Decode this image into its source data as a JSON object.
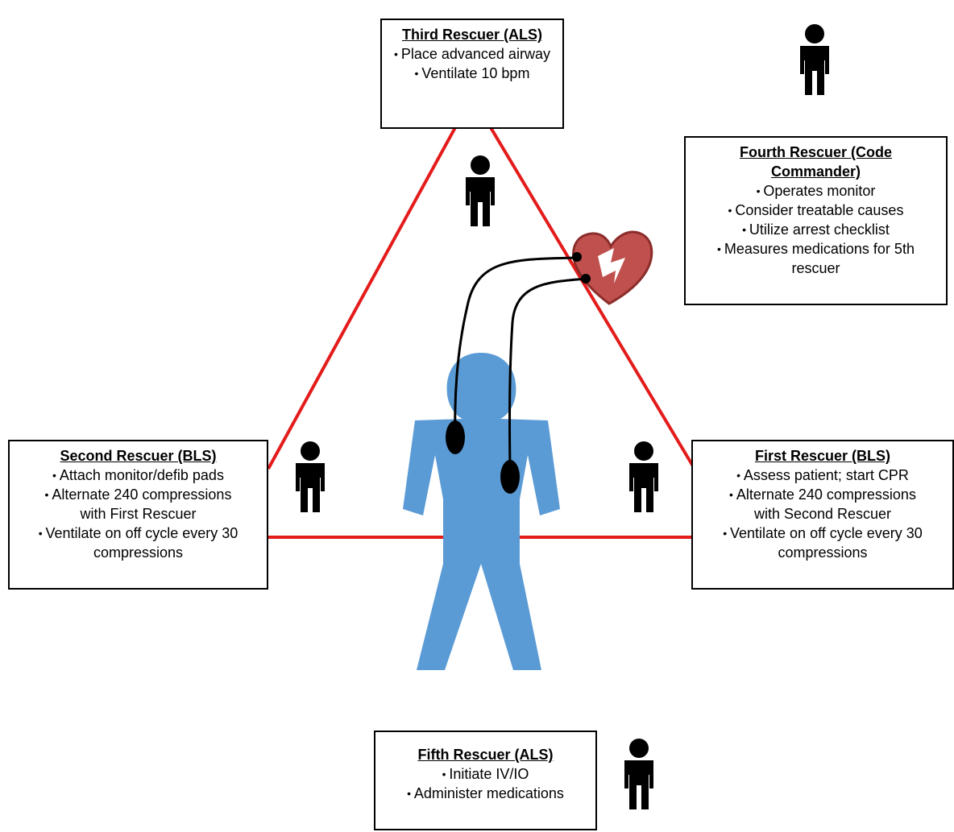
{
  "boxes": {
    "third": {
      "title": "Third Rescuer (ALS)",
      "items": [
        "Place advanced airway",
        "Ventilate 10 bpm"
      ]
    },
    "fourth": {
      "title_line1": "Fourth Rescuer (Code",
      "title_line2": "Commander)",
      "items": [
        "Operates monitor",
        "Consider treatable causes",
        "Utilize arrest checklist",
        "Measures medications for 5th",
        "rescuer"
      ]
    },
    "second": {
      "title": "Second Rescuer (BLS)",
      "items": [
        "Attach monitor/defib pads",
        "Alternate 240 compressions",
        "with First Rescuer",
        "Ventilate on off cycle every 30",
        "compressions"
      ]
    },
    "first": {
      "title": "First Rescuer (BLS)",
      "items": [
        "Assess patient; start CPR",
        "Alternate 240 compressions",
        "with Second Rescuer",
        "Ventilate on off cycle every 30",
        "compressions"
      ]
    },
    "fifth": {
      "title": "Fifth Rescuer (ALS)",
      "items": [
        "Initiate IV/IO",
        "Administer medications"
      ]
    }
  },
  "colors": {
    "triangle": "#e41b1b",
    "patient": "#5b9bd5",
    "heart_fill": "#c0504d",
    "heart_stroke": "#8b2d2b",
    "rescuer": "#000000"
  },
  "icons": [
    "person-icon",
    "heart-defibrillator-icon",
    "patient-figure"
  ]
}
